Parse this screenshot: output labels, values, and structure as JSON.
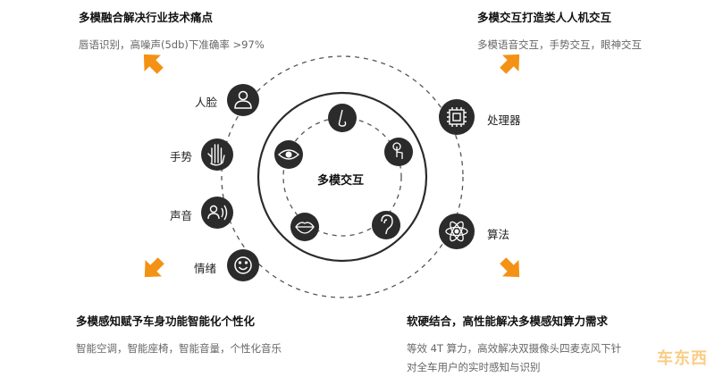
{
  "corners": {
    "top_left": {
      "title": "多模融合解决行业技术痛点",
      "sub": [
        "唇语识别，高噪声(5db)下准确率 >97%"
      ]
    },
    "top_right": {
      "title": "多模交互打造类人人机交互",
      "sub": [
        "多模语音交互，手势交互，眼神交互"
      ]
    },
    "bottom_left": {
      "title": "多模感知赋予车身功能智能化个性化",
      "sub": [
        "智能空调，智能座椅，智能音量，个性化音乐"
      ]
    },
    "bottom_right": {
      "title": "软硬结合，高性能解决多模感知算力需求",
      "sub": [
        "等效  4T  算力，高效解决双摄像头四麦克风下针",
        "对全车用户的实时感知与识别"
      ]
    }
  },
  "center": {
    "label": "多模交互"
  },
  "outer_nodes": [
    {
      "label": "人脸",
      "icon": "person-icon"
    },
    {
      "label": "手势",
      "icon": "hand-icon"
    },
    {
      "label": "声音",
      "icon": "voice-icon"
    },
    {
      "label": "情绪",
      "icon": "smile-icon"
    },
    {
      "label": "处理器",
      "icon": "chip-icon"
    },
    {
      "label": "算法",
      "icon": "atom-icon"
    }
  ],
  "inner_nodes": [
    {
      "icon": "nose-icon"
    },
    {
      "icon": "touch-icon"
    },
    {
      "icon": "ear-icon"
    },
    {
      "icon": "lips-icon"
    },
    {
      "icon": "eye-icon"
    }
  ],
  "colors": {
    "accent": "#f39214",
    "node": "#2b2b2b",
    "ring": "#555555"
  },
  "watermark": "车东西"
}
